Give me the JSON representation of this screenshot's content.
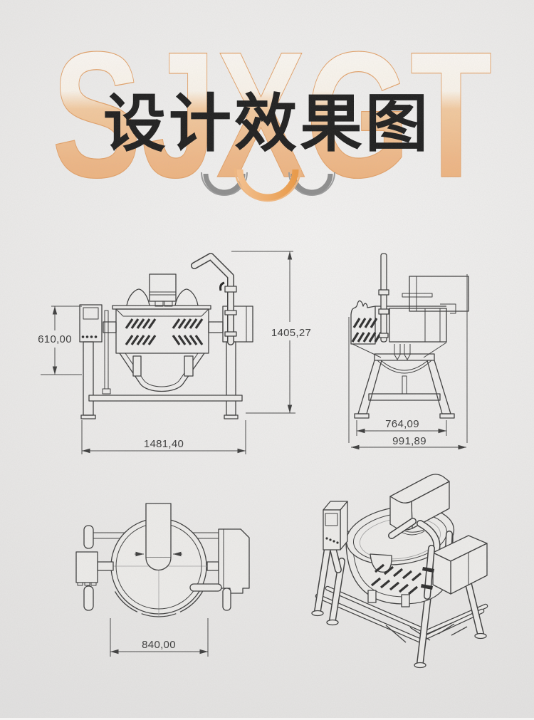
{
  "header": {
    "watermark": "SJXGT",
    "title": "设计效果图"
  },
  "colors": {
    "background": "#ebeae9",
    "accent_orange": "#efa863",
    "arc_gray": "#8d8d8d",
    "title_color": "#1d1d1d",
    "line_color": "#3c3c3c",
    "dim_text_color": "#3a3a3a"
  },
  "drawings": {
    "side_view": {
      "dims": {
        "height_left": "610,00",
        "height_right": "1405,27",
        "width_bottom": "1481,40"
      }
    },
    "end_view": {
      "dims": {
        "width_inner": "764,09",
        "width_outer": "991,89"
      }
    },
    "top_view": {
      "dims": {
        "diameter": "840,00"
      }
    }
  }
}
